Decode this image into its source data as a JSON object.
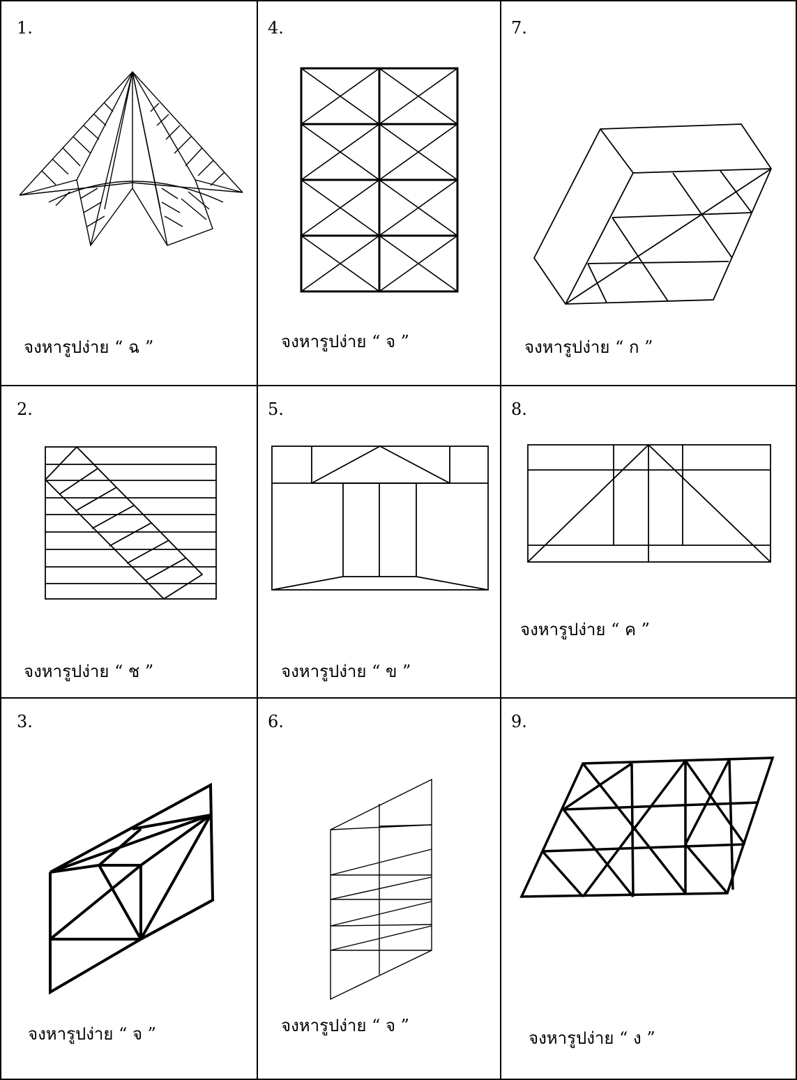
{
  "cells": [
    {
      "number": "1.",
      "caption": "จงหารูปง่าย “ ฉ ”"
    },
    {
      "number": "4.",
      "caption": "จงหารูปง่าย “ จ ”"
    },
    {
      "number": "7.",
      "caption": "จงหารูปง่าย “ ก ”"
    },
    {
      "number": "2.",
      "caption": "จงหารูปง่าย “ ช ”"
    },
    {
      "number": "5.",
      "caption": "จงหารูปง่าย “ ข ”"
    },
    {
      "number": "8.",
      "caption": "จงหารูปง่าย “ ค ”"
    },
    {
      "number": "3.",
      "caption": "จงหารูปง่าย “ จ ”"
    },
    {
      "number": "6.",
      "caption": "จงหารูปง่าย “ จ ”"
    },
    {
      "number": "9.",
      "caption": "จงหารูปง่าย “ ง ”"
    }
  ]
}
